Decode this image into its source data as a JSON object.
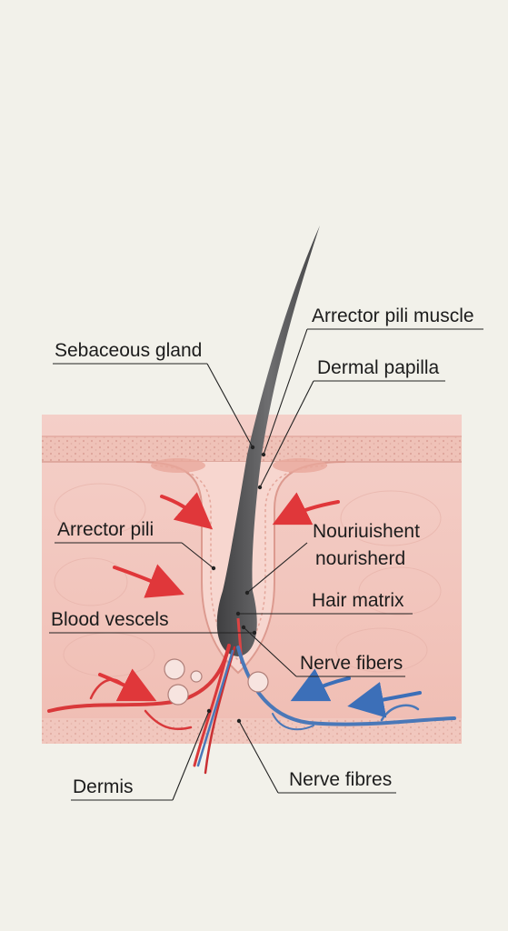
{
  "labels": {
    "arrector_pili_muscle": "Arrector pili muscle",
    "sebaceous_gland": "Sebaceous gland",
    "dermal_papilla": "Dermal papilla",
    "arrector_pili": "Arrector pili",
    "nourishment_line1": "Nouriuishent",
    "nourishment_line2": "nourisherd",
    "hair_matrix": "Hair matrix",
    "blood_vessels": "Blood vescels",
    "nerve_fibers": "Nerve fibers",
    "dermis": "Dermis",
    "nerve_fibres": "Nerve fibres"
  },
  "colors": {
    "background": "#f2f1ea",
    "skin": "#f3c8c0",
    "epidermis": "#efc0b6",
    "hair": "#5a5a5c",
    "artery": "#d9383a",
    "vein": "#4a78b8",
    "leader": "#222222"
  }
}
